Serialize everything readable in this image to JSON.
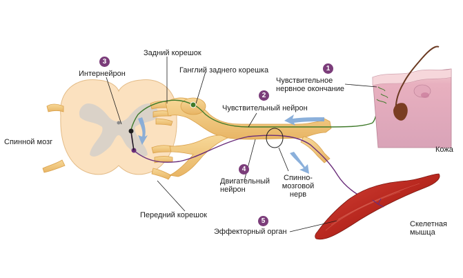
{
  "colors": {
    "nerve": "#f2c77a",
    "nerve_dark": "#d9a04a",
    "spinal_cord": "#fbe1bf",
    "gray_matter": "#d6d0c9",
    "sensory_neuron": "#3f7a2a",
    "motor_neuron": "#6a2d7a",
    "skin_surface": "#f2c9cf",
    "skin_dermis": "#d9a3b8",
    "muscle": "#b8281f",
    "arrow": "#7fa8d8",
    "badge": "#7b3d7a"
  },
  "labels": {
    "spinal_cord": "Спинной мозг",
    "dorsal_root": "Задний корешок",
    "interneuron": "Интернейрон",
    "dorsal_root_ganglion": "Ганглий заднего корешка",
    "sensory_ending": "Чувствительное\nнервное окончание",
    "sensory_neuron": "Чувствительный нейрон",
    "skin": "Кожа",
    "motor_neuron": "Двигательный\nнейрон",
    "spinal_nerve": "Спинно-\nмозговой\nнерв",
    "ventral_root": "Передний корешок",
    "effector_organ": "Эффекторный орган",
    "skeletal_muscle": "Скелетная\nмышца"
  },
  "badges": {
    "b1": "1",
    "b2": "2",
    "b3": "3",
    "b4": "4",
    "b5": "5"
  }
}
